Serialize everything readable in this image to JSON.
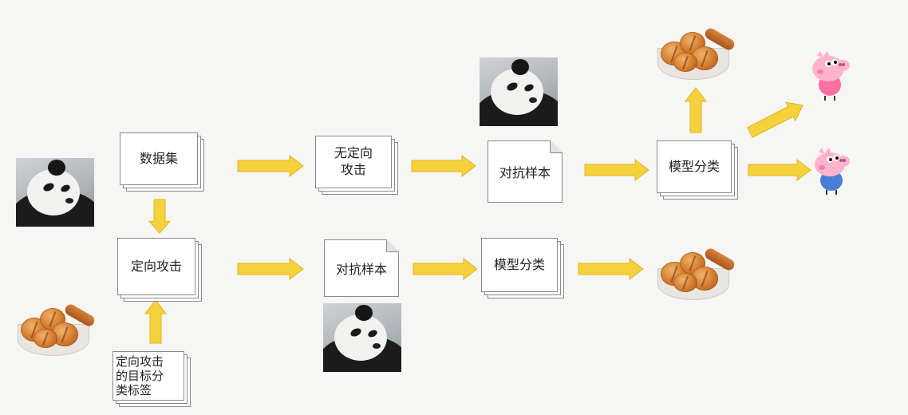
{
  "nodes": {
    "dataset": "数据集",
    "targeted_attack": "定向攻击",
    "target_label": [
      "定向攻击",
      "的目标分",
      "类标签"
    ],
    "untargeted_attack": [
      "无定向",
      "攻击"
    ],
    "adv_sample_top": "对抗样本",
    "model_classify_top": "模型分类",
    "adv_sample_bottom": "对抗样本",
    "model_classify_bottom": "模型分类"
  },
  "colors": {
    "arrow_fill": "#f5d23c",
    "arrow_stroke": "#e2b41e",
    "box_border": "#8a8a8a",
    "background": "#f6f6f4"
  },
  "icons": [
    "panda-photo",
    "bread-basket-photo",
    "pink-pig-icon",
    "blue-pig-icon"
  ]
}
